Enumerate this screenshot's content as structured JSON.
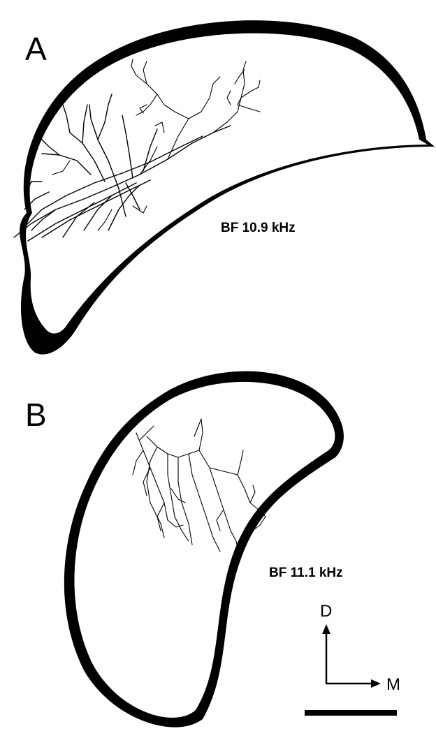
{
  "panels": [
    {
      "label": "A",
      "bf": "BF 10.9 kHz"
    },
    {
      "label": "B",
      "bf": "BF 11.1 kHz"
    }
  ],
  "orientation": {
    "dorsal": "D",
    "medial": "M"
  }
}
